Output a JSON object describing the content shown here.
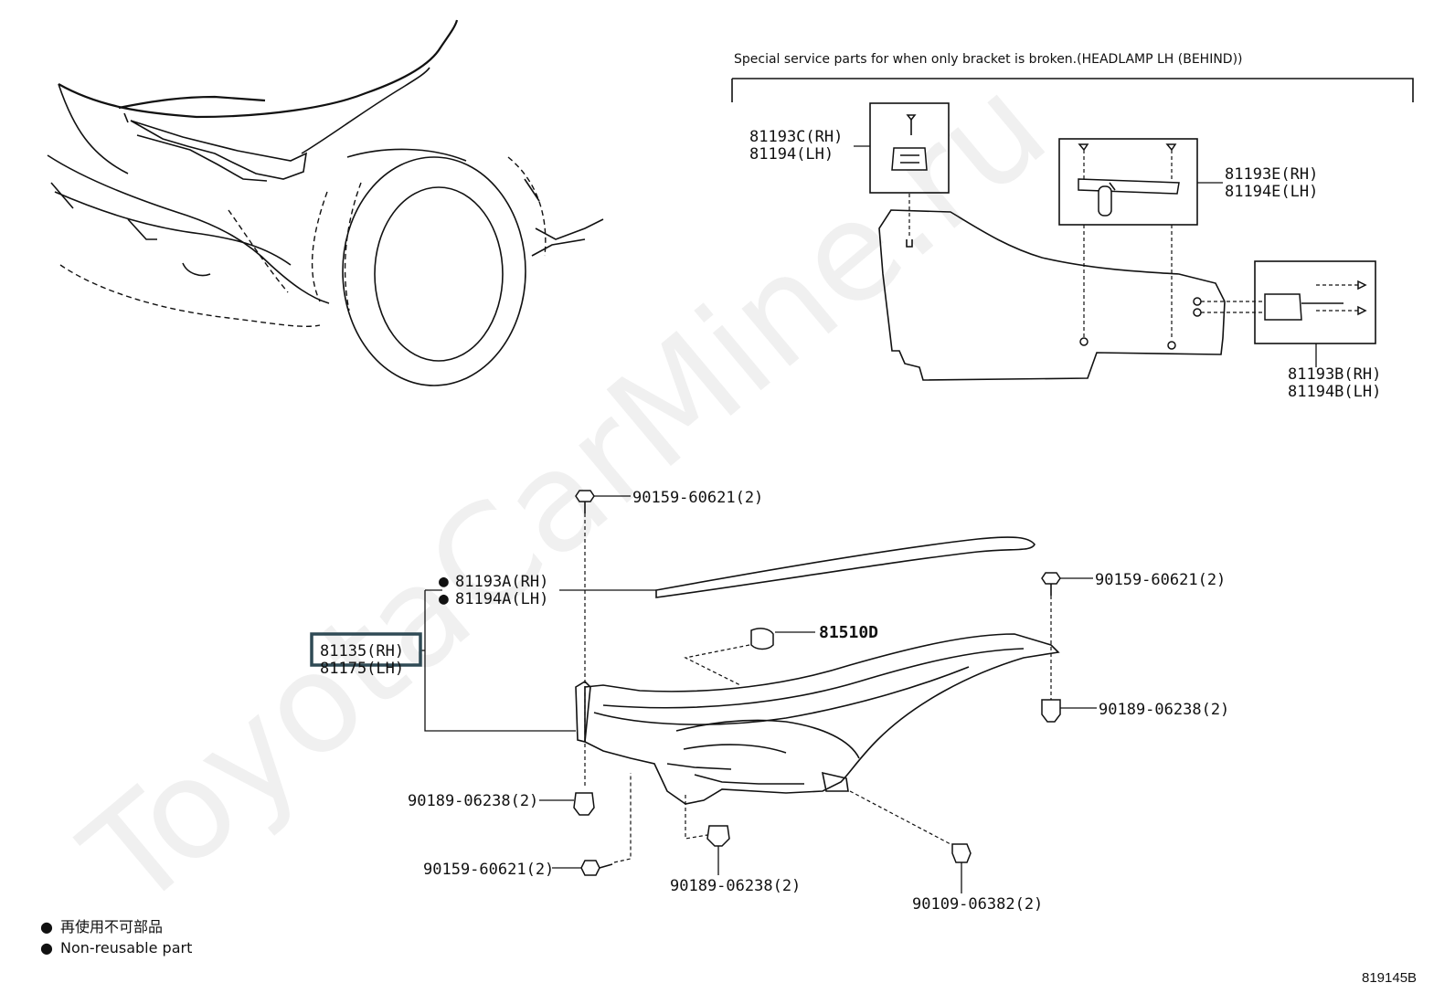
{
  "diagram": {
    "header": "Special service parts for when only bracket is broken.(HEADLAMP LH (BEHIND))",
    "watermark": "ToyotaCarMine.ru",
    "diagram_code": "819145B",
    "legend": {
      "items": [
        {
          "symbol": "●",
          "label": "再使用不可部品"
        },
        {
          "symbol": "●",
          "label": "Non-reusable part"
        }
      ]
    },
    "inset_labels": {
      "bracket_c_rh": "81193C(RH)",
      "bracket_c_lh": "81194(LH)",
      "bracket_e_rh": "81193E(RH)",
      "bracket_e_lh": "81194E(LH)",
      "bracket_b_rh": "81193B(RH)",
      "bracket_b_lh": "81194B(LH)"
    },
    "main_labels": {
      "headlamp_rh": "81135(RH)",
      "headlamp_lh": "81175(LH)",
      "seal_mark": "●",
      "seal_rh": "81193A(RH)",
      "seal_lh": "81194A(LH)",
      "bulb": "81510D",
      "bolt_top": "90159-60621(2)",
      "bolt_right_top": "90159-60621(2)",
      "clip_right": "90189-06238(2)",
      "clip_left": "90189-06238(2)",
      "bolt_bottom_left": "90159-60621(2)",
      "clip_bottom_center": "90189-06238(2)",
      "screw_bottom_right": "90109-06382(2)"
    }
  }
}
